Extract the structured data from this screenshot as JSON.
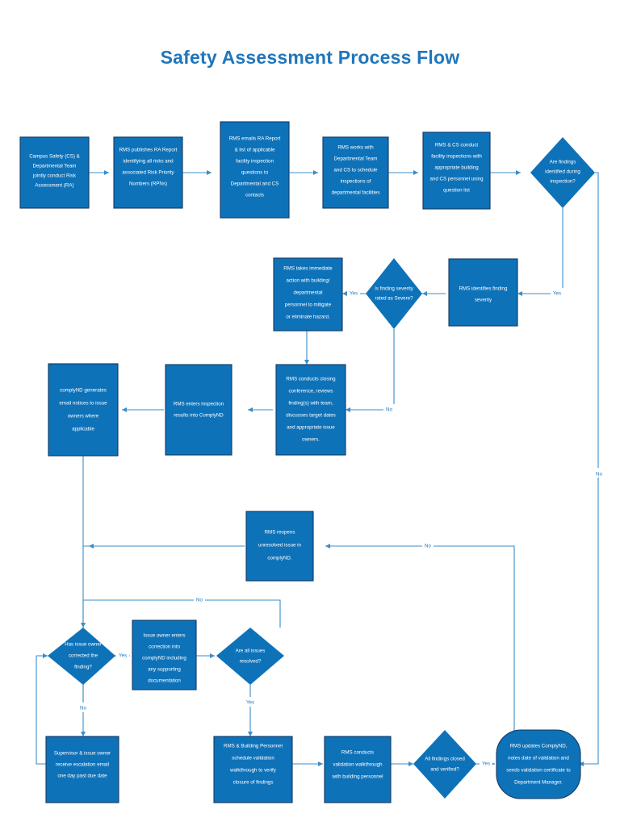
{
  "page": {
    "title": "Safety Assessment Process Flow",
    "title_color": "#1F76BC",
    "node_fill": "#0E72B9",
    "node_stroke": "#123A63",
    "edge_color": "#3A8DC8",
    "node_text_color": "#FFFFFF",
    "background": "#FFFFFF"
  },
  "flow": {
    "type": "flowchart",
    "nodes": [
      {
        "id": "n1",
        "shape": "process",
        "text": "Campus Safety (CS) & Departmental Team jointly conduct Risk Assessment (RA)"
      },
      {
        "id": "n2",
        "shape": "process",
        "text": "RMS publishes RA Report identifying all risks and associated Risk Priority Numbers (RPNs)"
      },
      {
        "id": "n3",
        "shape": "process",
        "text": "RMS emails RA Report & list of applicable facility inspection questions to Departmental and CS contacts"
      },
      {
        "id": "n4",
        "shape": "process",
        "text": "RMS works with Departmental Team and CS to schedule inspections of departmental facilities"
      },
      {
        "id": "n5",
        "shape": "process",
        "text": "RMS & CS conduct facility inspections with appropriate building and CS personnel using question list"
      },
      {
        "id": "d1",
        "shape": "decision",
        "text": "Are findings identified during inspection?"
      },
      {
        "id": "n6",
        "shape": "process",
        "text": "RMS identifies finding severity"
      },
      {
        "id": "d2",
        "shape": "decision",
        "text": "Is finding severity rated as Severe?"
      },
      {
        "id": "n7",
        "shape": "process",
        "text": "RMS takes immediate action with building/ departmental personnel to mitigate or eliminate hazard."
      },
      {
        "id": "n8",
        "shape": "process",
        "text": "RMS conducts closing conference,  reviews finding(s) with team, discusses target dates and appropriate issue owners."
      },
      {
        "id": "n9",
        "shape": "process",
        "text": "RMS enters  inspection results into ComplyND"
      },
      {
        "id": "n10",
        "shape": "process",
        "text": "complyND generates email notices to issue owners where applicable"
      },
      {
        "id": "n11",
        "shape": "process",
        "text": "RMS reopens unresolved issue in complyND."
      },
      {
        "id": "d3",
        "shape": "decision",
        "text": "Has issue owner corrected the finding?"
      },
      {
        "id": "n12",
        "shape": "process",
        "text": "Issue owner enters correction into complyND including any supporting documentation"
      },
      {
        "id": "d4",
        "shape": "decision",
        "text": "Are all issues resolved?"
      },
      {
        "id": "n13",
        "shape": "process",
        "text": "Supervisor & issue owner receive escalation email one day past due date"
      },
      {
        "id": "n14",
        "shape": "process",
        "text": "RMS & Building Personnel schedule validation walkthrough to verify closure of findings"
      },
      {
        "id": "n15",
        "shape": "process",
        "text": "RMS conducts validation walkthrough with building personnel"
      },
      {
        "id": "d5",
        "shape": "decision",
        "text": "All findings closed and verified?"
      },
      {
        "id": "n16",
        "shape": "terminator",
        "text": "RMS updates ComplyND, notes date of validation and sends validation certificate to Department Manager."
      }
    ],
    "edge_labels": [
      {
        "id": "e-d1-no",
        "text": "No",
        "from": "d1",
        "to": "n16"
      },
      {
        "id": "e-d1-yes",
        "text": "Yes",
        "from": "d1",
        "to": "n6"
      },
      {
        "id": "e-d2-yes",
        "text": "Yes",
        "from": "d2",
        "to": "n7"
      },
      {
        "id": "e-d2-no",
        "text": "No",
        "from": "d2",
        "to": "n8"
      },
      {
        "id": "e-d4-no",
        "text": "No",
        "from": "d4",
        "to": "d3"
      },
      {
        "id": "e-d4-yes",
        "text": "Yes",
        "from": "d4",
        "to": "n14"
      },
      {
        "id": "e-d3-yes",
        "text": "Yes",
        "from": "d3",
        "to": "n12"
      },
      {
        "id": "e-d3-no",
        "text": "No",
        "from": "d3",
        "to": "n13"
      },
      {
        "id": "e-d5-yes",
        "text": "Yes",
        "from": "d5",
        "to": "n16"
      },
      {
        "id": "e-d5-no",
        "text": "No",
        "from": "d5",
        "to": "n11"
      }
    ]
  }
}
